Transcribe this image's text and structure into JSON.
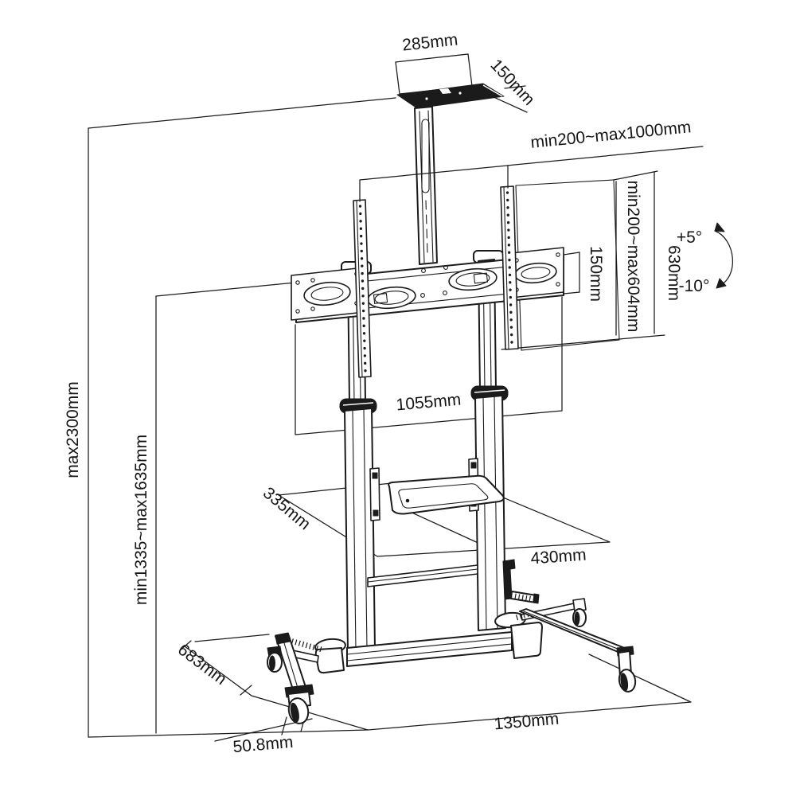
{
  "diagram": {
    "type": "technical-dimension-drawing",
    "subject": "Mobile TV cart with telescopic columns, top camera shelf, VESA mount rails, AV shelf, crank handle and caster base",
    "dimensions": {
      "top_shelf_width": "285mm",
      "top_shelf_depth": "150mm",
      "mount_width_range": "min200~max1000mm",
      "vesa_height_range": "min200~max604mm",
      "bracket_height": "630mm",
      "plate_height": "150mm",
      "tilt_up": "+5°",
      "tilt_down": "-10°",
      "max_height": "max2300mm",
      "height_adjust_range": "min1335~max1635mm",
      "column_span": "1055mm",
      "shelf_depth": "335mm",
      "shelf_width": "430mm",
      "base_depth": "683mm",
      "base_width": "1350mm",
      "caster_size": "50.8mm"
    }
  }
}
